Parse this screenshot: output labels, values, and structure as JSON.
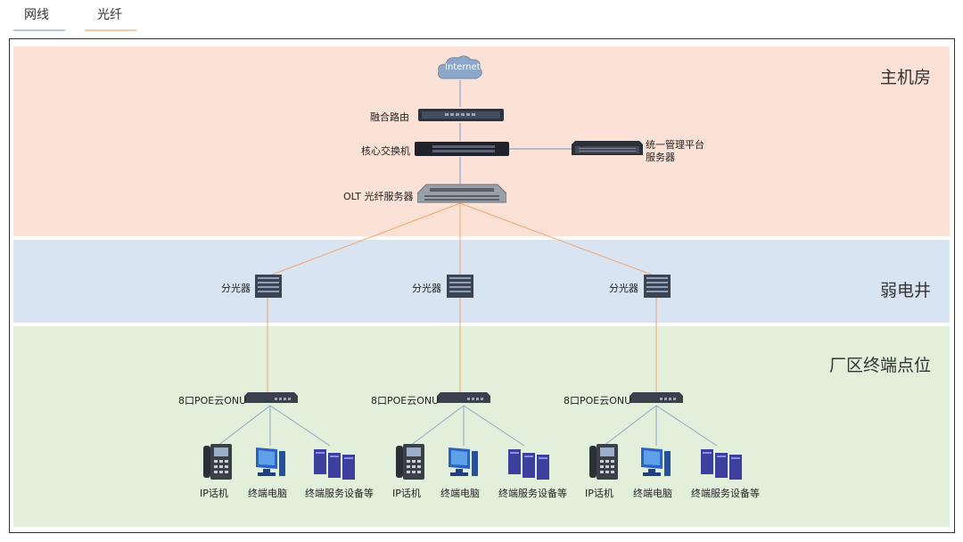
{
  "legend": {
    "items": [
      {
        "label": "网线",
        "color": "#9aaec6"
      },
      {
        "label": "光纤",
        "color": "#f2b388"
      }
    ]
  },
  "zones": {
    "server_room": "主机房",
    "weak_well": "弱电井",
    "terminal_area": "厂区终端点位"
  },
  "colors": {
    "server_room_bg": "#fbe1d6",
    "weak_well_bg": "#d9e4f2",
    "terminal_area_bg": "#e2efda",
    "fiber": "#f29a5e",
    "cable": "#7f9fc7"
  },
  "devices": {
    "internet": "Internet",
    "router": "融合路由",
    "core_switch": "核心交换机",
    "mgmt_server_line1": "统一管理平台",
    "mgmt_server_line2": "服务器",
    "olt": "OLT 光纤服务器",
    "splitter": "分光器",
    "onu": "8口POE云ONU"
  },
  "endpoints": {
    "phone": "IP话机",
    "pc": "终端电脑",
    "servers": "终端服务设备等"
  }
}
